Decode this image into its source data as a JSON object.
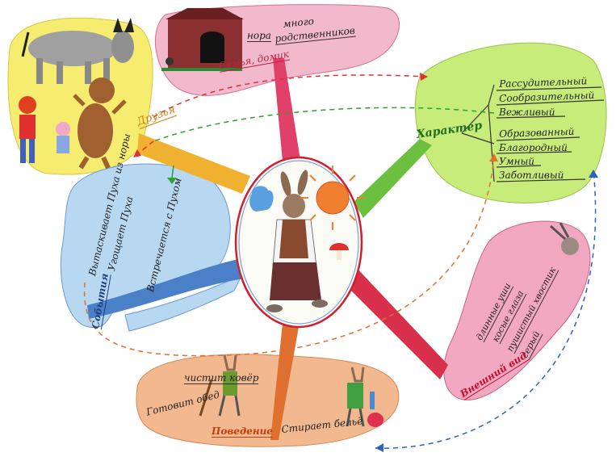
{
  "mindmap": {
    "center": {
      "image": "rabbit-character-drawing"
    },
    "branches": {
      "family": {
        "title": "Семья, домик",
        "items": [
          "нора",
          "много",
          "родственников"
        ],
        "color": "#e0406a"
      },
      "friends": {
        "title": "Друзья",
        "color": "#f0b030"
      },
      "character": {
        "title": "Характер",
        "items": [
          "Рассудительный",
          "Сообразительный",
          "Вежливый",
          "Образованный",
          "Благородный",
          "Умный",
          "Заботливый"
        ],
        "color": "#6cc040"
      },
      "appearance": {
        "title": "Внешний вид",
        "items": [
          "длинные уши",
          "косые глаза",
          "пушистый хвостик",
          "серый"
        ],
        "color": "#d8304a"
      },
      "behavior": {
        "title": "Поведение",
        "items": [
          "чистит ковёр",
          "Готовит обед",
          "Стирает бельё"
        ],
        "color": "#e07030"
      },
      "events": {
        "title": "События",
        "items": [
          "Вытаскивает Пуха из норы",
          "Угощает Пуха",
          "Встречается с Пухом"
        ],
        "color": "#4a80c8"
      }
    }
  }
}
